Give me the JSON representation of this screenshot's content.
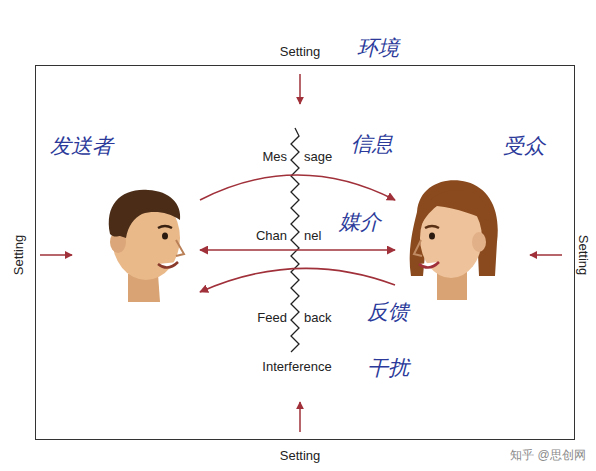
{
  "diagram": {
    "nodes": [
      {
        "text": [
          "发送者"
        ]
      },
      {
        "text": [
          "受众"
        ]
      }
    ],
    "edges": [
      {
        "from": 0,
        "to": 1,
        "arrow": "to"
      },
      {
        "from": 0,
        "to": 1,
        "arrow": "both"
      },
      {
        "from": 1,
        "to": 0,
        "arrow": "to"
      }
    ],
    "labels": [
      "Setting",
      "环境",
      "Setting",
      "Setting",
      "Setting",
      "Mes",
      "sage",
      "信息",
      "Chan",
      "nel",
      "媒介",
      "Feed",
      "back",
      "反馈",
      "Interference",
      "干扰",
      "知乎 @思创网"
    ]
  }
}
